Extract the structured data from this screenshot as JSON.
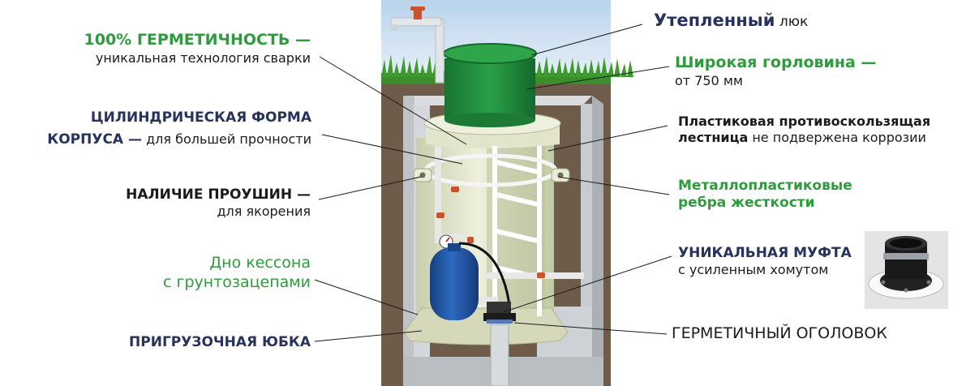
{
  "left_labels": {
    "hermetic_title": "100% ГЕРМЕТИЧНОСТЬ —",
    "hermetic_sub": "уникальная технология сварки",
    "cylinder_title": "ЦИЛИНДРИЧЕСКАЯ ФОРМА",
    "cylinder_title2": "КОРПУСА —",
    "cylinder_sub": " для большей прочности",
    "lugs_title": "НАЛИЧИЕ ПРОУШИН —",
    "lugs_sub": "для якорения",
    "bottom_title1": "Дно кессона",
    "bottom_title2": "с грунтозацепами",
    "skirt_title": "ПРИГРУЗОЧНАЯ ЮБКА"
  },
  "right_labels": {
    "hatch_bold": "Утепленный",
    "hatch_rest": " люк",
    "neck_title": "Широкая горловина —",
    "neck_sub": "от 750 мм",
    "ladder_bold1": "Пластиковая противоскользящая",
    "ladder_bold2": "лестница",
    "ladder_rest": " не подвержена коррозии",
    "ribs_line1": "Металлопластиковые",
    "ribs_line2": "ребра жесткости",
    "coupling_title": "УНИКАЛЬНАЯ МУФТА",
    "coupling_sub": "с усиленным хомутом",
    "wellhead_title": "ГЕРМЕТИЧНЫЙ ОГОЛОВОК"
  },
  "colors": {
    "green_text": "#2e9b3c",
    "navy_text": "#27335e",
    "soil": "#6e5a48",
    "concrete": "#c9cdd1",
    "caisson_body": "#dfe3c6",
    "hatch": "#1f8a3a",
    "tank": "#1e4f9a",
    "sky": "#d8e7f5"
  },
  "icons": [
    "faucet-icon",
    "pressure-gauge-icon",
    "pump-icon",
    "coupling-photo-icon"
  ]
}
